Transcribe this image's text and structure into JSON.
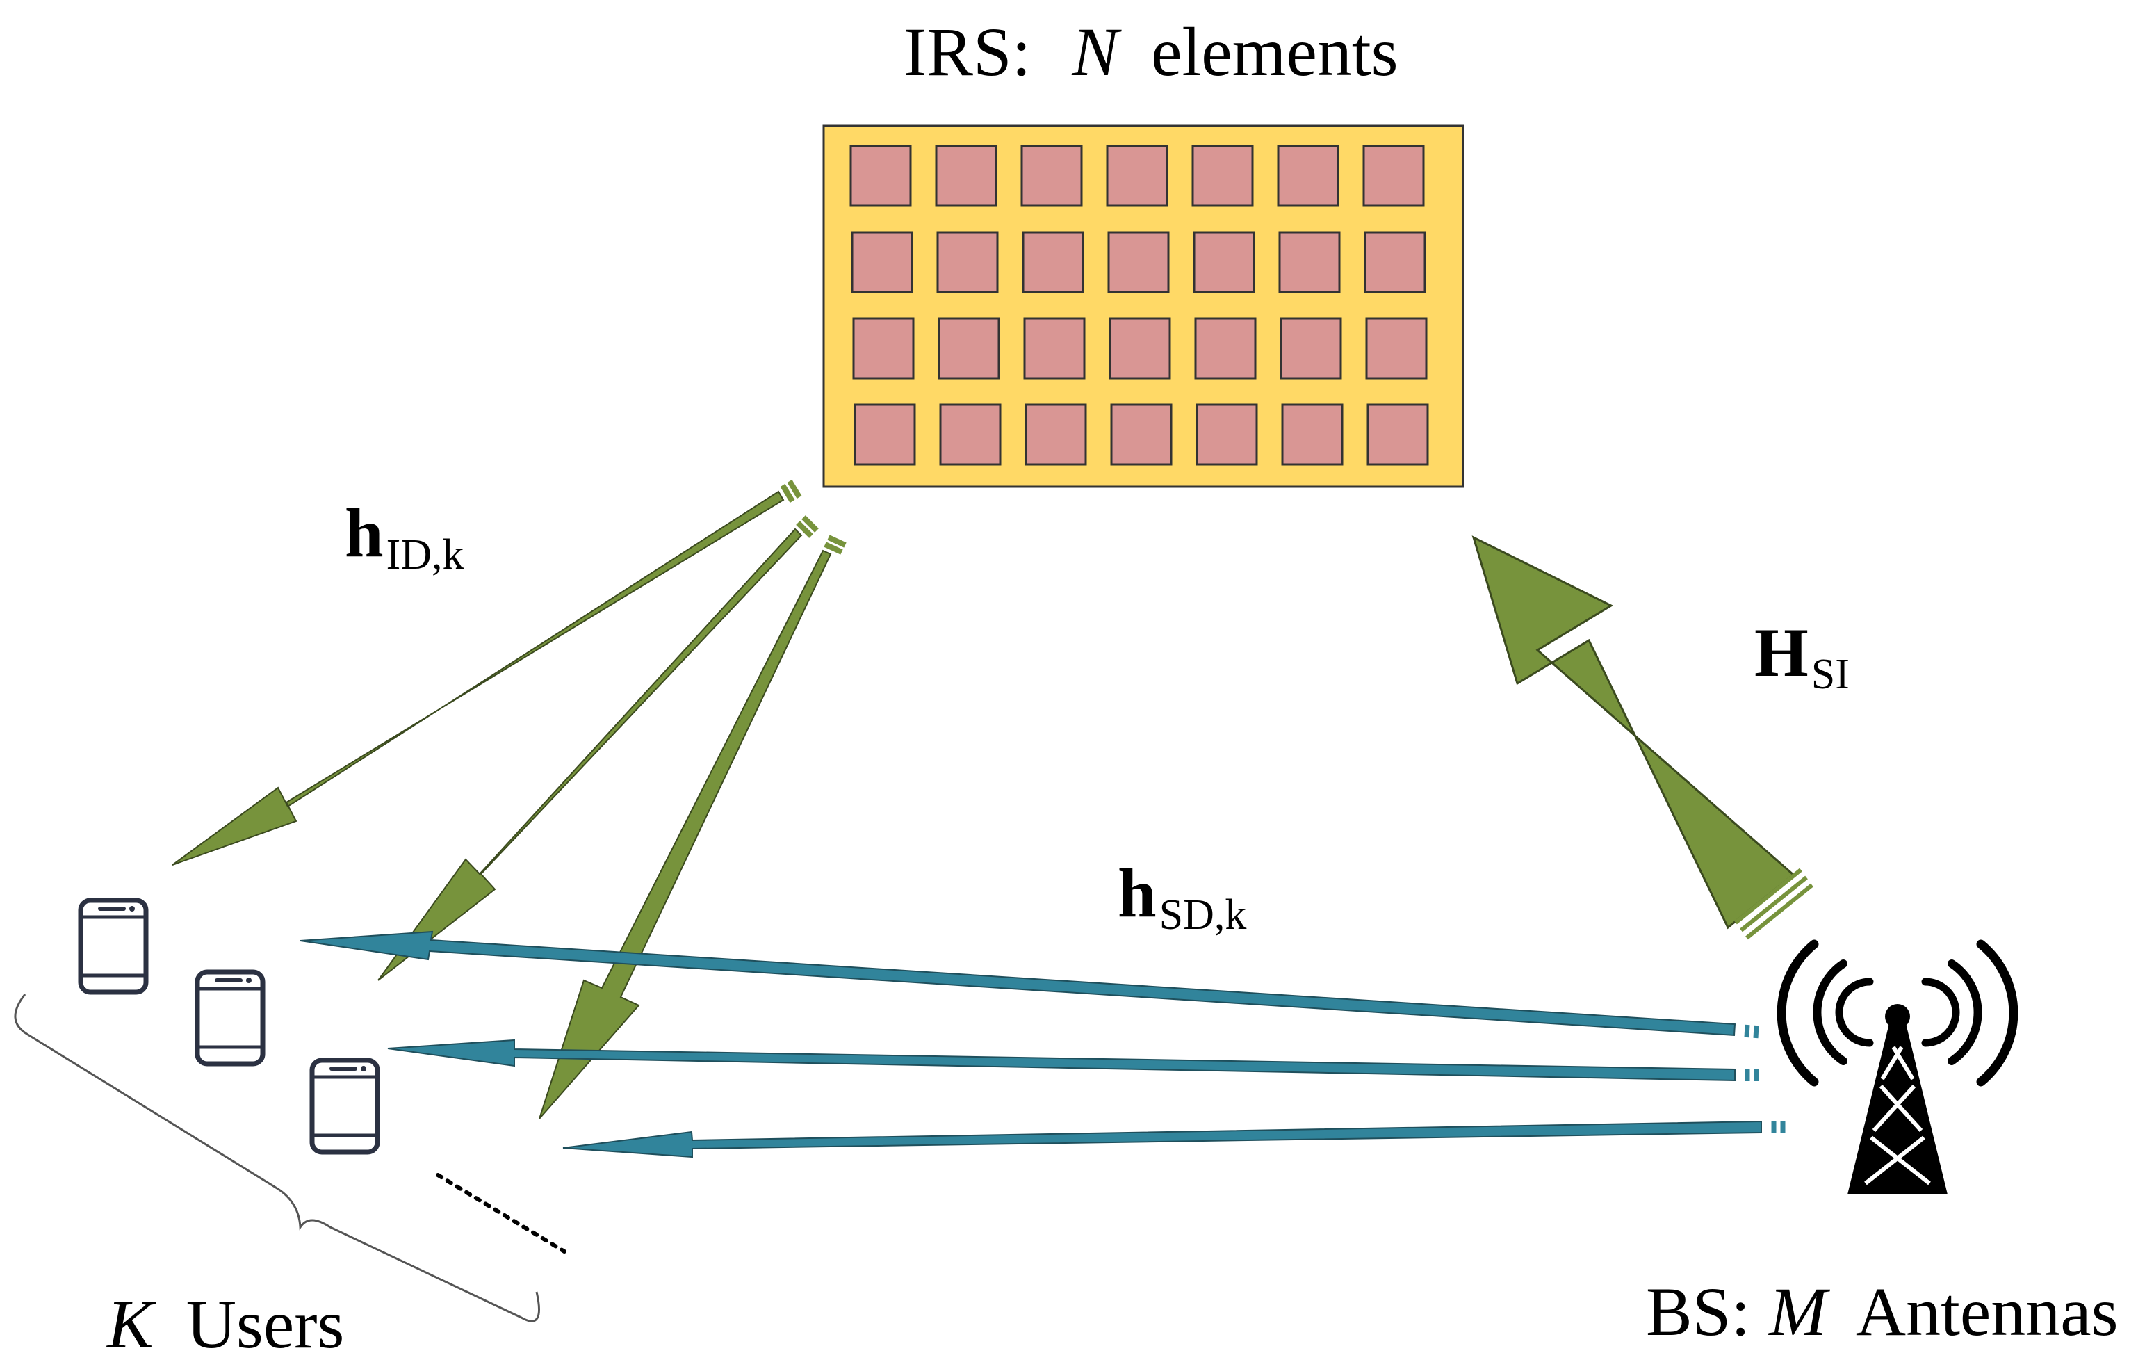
{
  "irs": {
    "label": "IRS:",
    "var": "N",
    "label_rest": "elements",
    "rows": 4,
    "cols": 7
  },
  "users": {
    "var": "K",
    "label_rest": "Users"
  },
  "bs": {
    "label": "BS:",
    "var": "M",
    "label_rest": "Antennas"
  },
  "channels": {
    "irs_to_user": {
      "symbol": "h",
      "subscript": "ID,k"
    },
    "bs_to_irs": {
      "symbol": "H",
      "subscript": "SI"
    },
    "bs_to_user": {
      "symbol": "h",
      "subscript": "SD,k"
    }
  },
  "colors": {
    "irs_panel": "#FFD966",
    "irs_element": "#D99694",
    "irs_arrow": "#77933C",
    "direct_arrow": "#31849B",
    "device": "#2b3142"
  }
}
